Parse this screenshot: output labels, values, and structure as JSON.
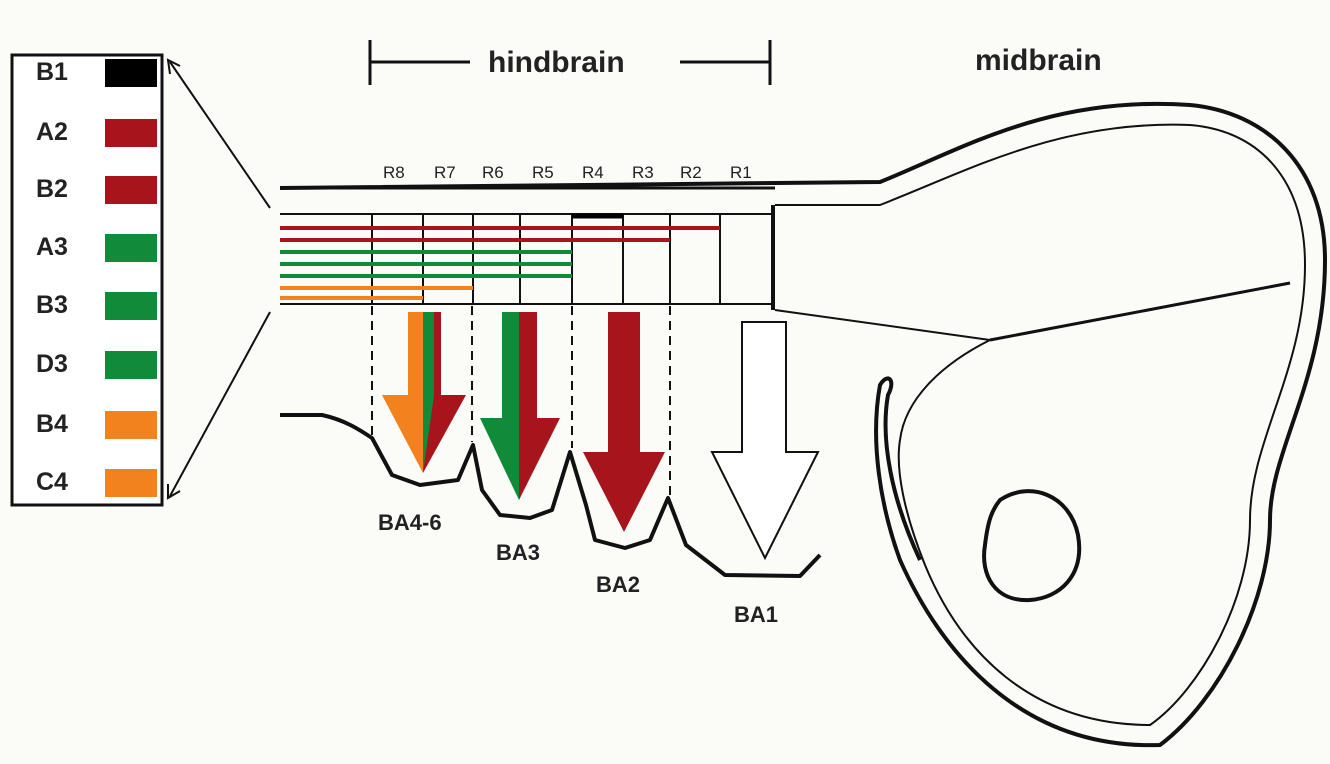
{
  "header": {
    "hindbrain": "hindbrain",
    "midbrain": "midbrain"
  },
  "legend": [
    {
      "label": "B1",
      "color": "#000000"
    },
    {
      "label": "A2",
      "color": "#a8141c"
    },
    {
      "label": "B2",
      "color": "#a8141c"
    },
    {
      "label": "A3",
      "color": "#118a3a"
    },
    {
      "label": "B3",
      "color": "#118a3a"
    },
    {
      "label": "D3",
      "color": "#118a3a"
    },
    {
      "label": "B4",
      "color": "#f2821e"
    },
    {
      "label": "C4",
      "color": "#f2821e"
    }
  ],
  "rhombomeres": [
    "R8",
    "R7",
    "R6",
    "R5",
    "R4",
    "R3",
    "R2",
    "R1"
  ],
  "arches": {
    "ba4_6": "BA4-6",
    "ba3": "BA3",
    "ba2": "BA2",
    "ba1": "BA1"
  },
  "colors": {
    "black": "#000000",
    "red": "#a8141c",
    "green": "#118a3a",
    "orange": "#f2821e"
  }
}
